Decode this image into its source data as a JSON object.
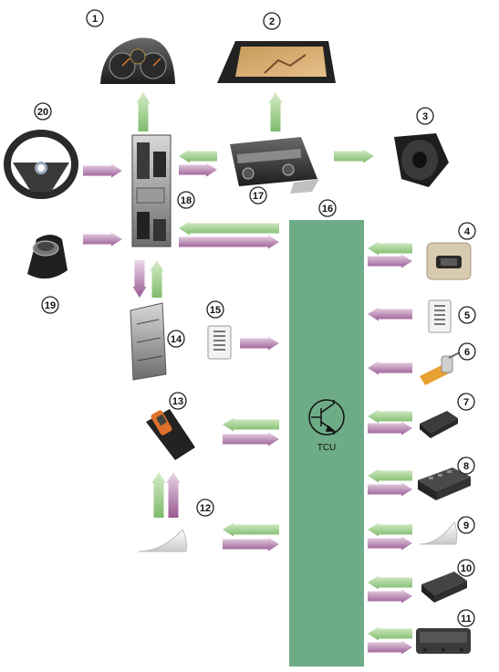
{
  "diagram": {
    "title": "",
    "colors": {
      "tcu_block": "#6dac87",
      "arrow_green": "#8ec47c",
      "arrow_purple": "#a5689e",
      "callout_border": "#222222"
    },
    "tcu_label": "TCU",
    "callouts": [
      "1",
      "2",
      "3",
      "4",
      "5",
      "6",
      "7",
      "8",
      "9",
      "10",
      "11",
      "12",
      "13",
      "14",
      "15",
      "16",
      "17",
      "18",
      "19",
      "20"
    ],
    "components": [
      {
        "number": "1",
        "icon": "instrument-cluster-icon"
      },
      {
        "number": "2",
        "icon": "central-display-icon"
      },
      {
        "number": "3",
        "icon": "loudspeaker-icon"
      },
      {
        "number": "4",
        "icon": "roof-function-center-icon"
      },
      {
        "number": "5",
        "icon": "control-panel-icon"
      },
      {
        "number": "6",
        "icon": "gps-antenna-icon"
      },
      {
        "number": "7",
        "icon": "connector-module-icon"
      },
      {
        "number": "8",
        "icon": "antenna-amplifier-icon"
      },
      {
        "number": "9",
        "icon": "roof-antenna-icon"
      },
      {
        "number": "10",
        "icon": "emergency-module-icon"
      },
      {
        "number": "11",
        "icon": "bumper-antenna-icon"
      },
      {
        "number": "12",
        "icon": "roof-antenna-icon"
      },
      {
        "number": "13",
        "icon": "snap-in-adapter-icon"
      },
      {
        "number": "14",
        "icon": "control-unit-icon"
      },
      {
        "number": "15",
        "icon": "control-panel-icon"
      },
      {
        "number": "16",
        "icon": "tcu-block-icon"
      },
      {
        "number": "17",
        "icon": "audio-control-panel-icon"
      },
      {
        "number": "18",
        "icon": "head-unit-icon"
      },
      {
        "number": "19",
        "icon": "idrive-controller-icon"
      },
      {
        "number": "20",
        "icon": "steering-wheel-icon"
      }
    ]
  }
}
